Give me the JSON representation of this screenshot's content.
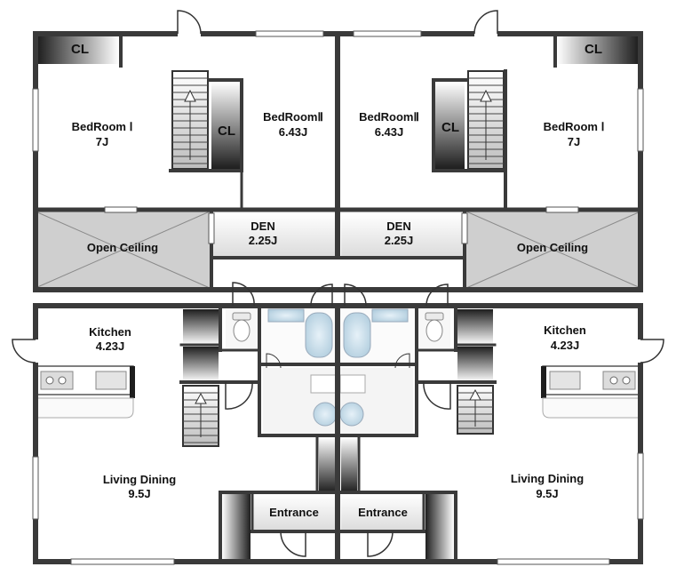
{
  "labels": {
    "left_bedroom1_name": "BedRoom Ⅰ",
    "left_bedroom1_size": "7J",
    "left_bedroom2_name": "BedRoomⅡ",
    "left_bedroom2_size": "6.43J",
    "right_bedroom2_name": "BedRoomⅡ",
    "right_bedroom2_size": "6.43J",
    "right_bedroom1_name": "BedRoom Ⅰ",
    "right_bedroom1_size": "7J",
    "cl": "CL",
    "den": "DEN",
    "den_size": "2.25J",
    "open_ceiling": "Open Ceiling",
    "kitchen": "Kitchen",
    "kitchen_size": "4.23J",
    "living_dining": "Living Dining",
    "living_dining_size": "9.5J",
    "entrance": "Entrance"
  },
  "colors": {
    "wall": "#3a3a3a",
    "open_ceiling_fill": "#cfcfcf",
    "den_fill": "#f0f0f0",
    "closet_dark": "#2a2a2a",
    "fixture_blue": "#b9d4e4"
  }
}
